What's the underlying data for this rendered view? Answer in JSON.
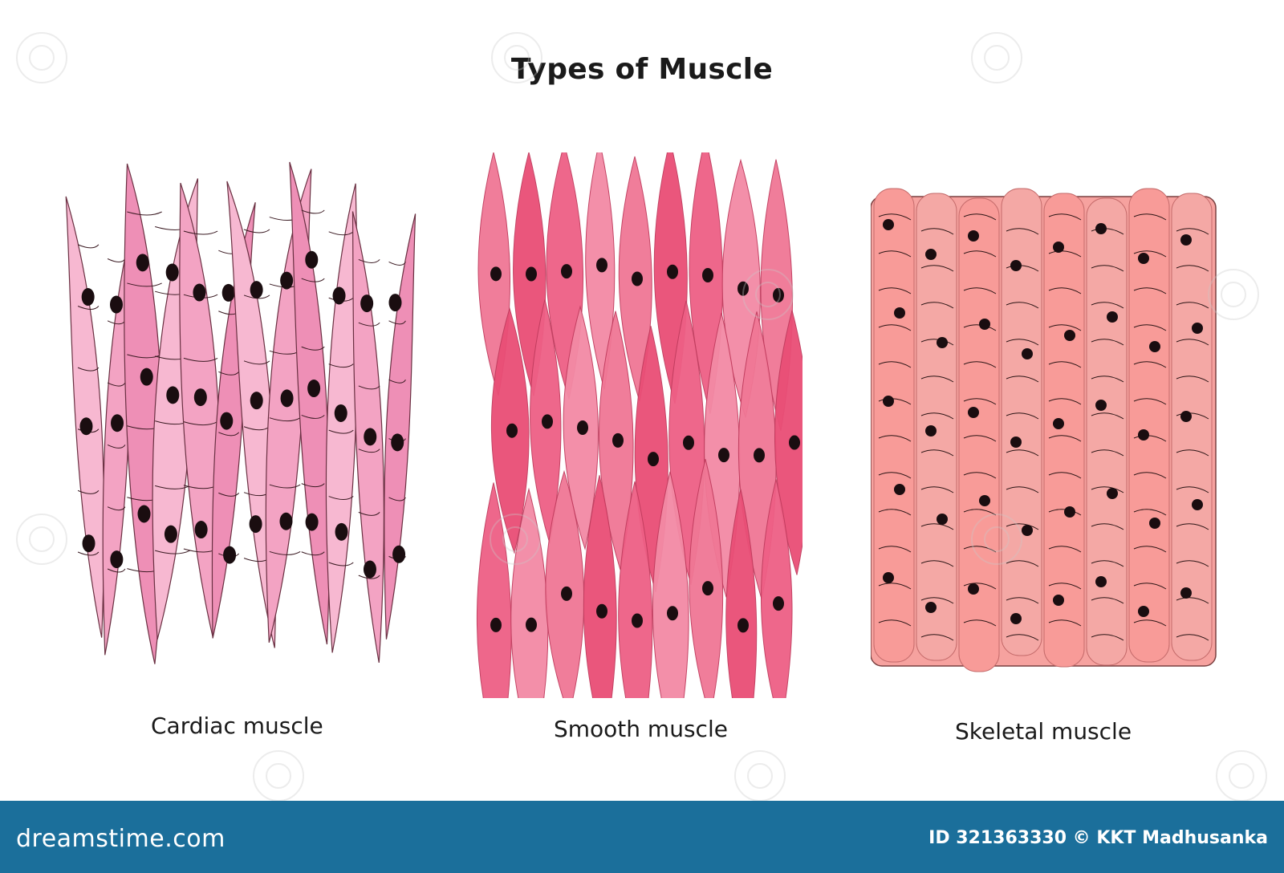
{
  "title": "Types of Muscle",
  "panels": [
    {
      "id": "cardiac",
      "caption": "Cardiac muscle"
    },
    {
      "id": "smooth",
      "caption": "Smooth muscle"
    },
    {
      "id": "skeletal",
      "caption": "Skeletal muscle"
    }
  ],
  "footer": {
    "brand": "dreamstime.com",
    "credit": "ID 321363330 © KKT Madhusanka"
  },
  "colors": {
    "cardiac_fill": "#f3a3c3",
    "smooth_fill": "#ee5f85",
    "skeletal_fill": "#f6a29f",
    "nucleus": "#1a0d10",
    "footer_bg": "#1b6f9b"
  }
}
